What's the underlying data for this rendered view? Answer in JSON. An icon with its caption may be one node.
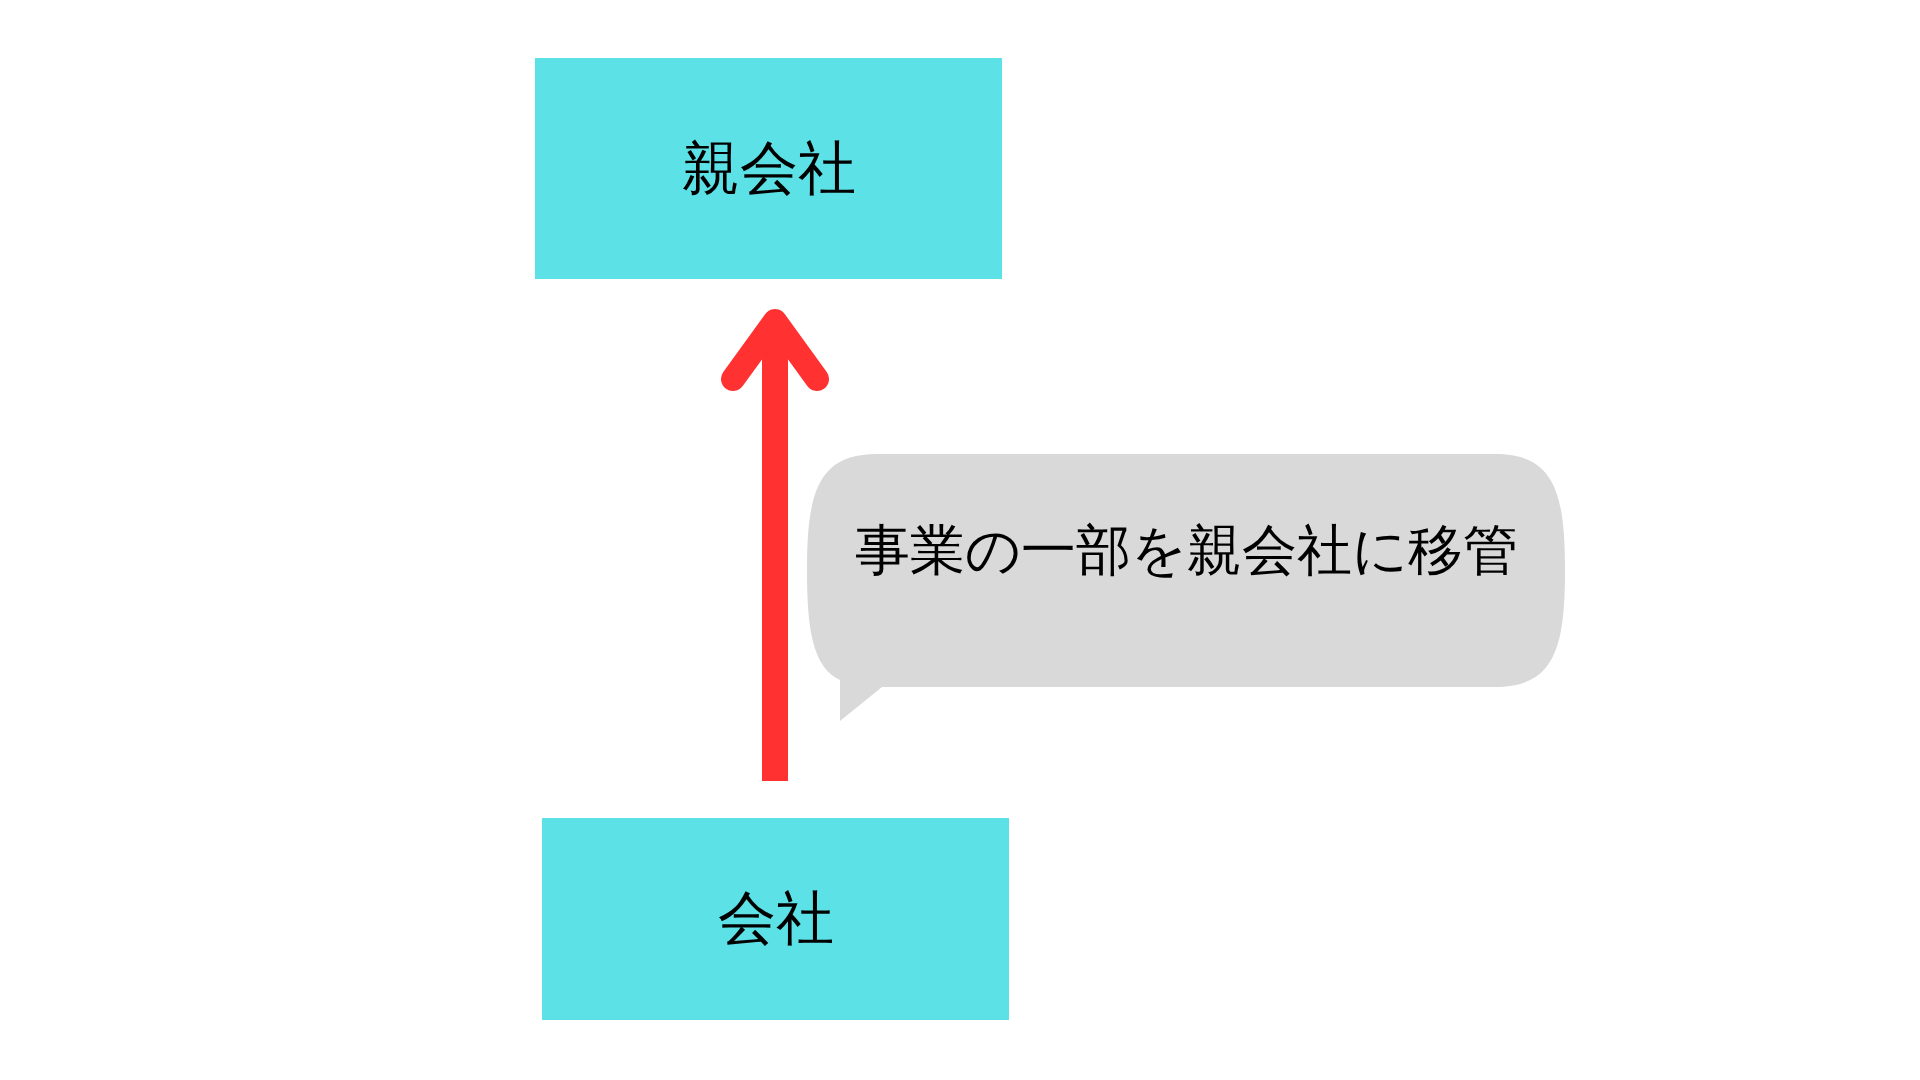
{
  "diagram": {
    "nodes": [
      {
        "text": [
          "親会社"
        ]
      },
      {
        "text": [
          "会社"
        ]
      },
      {
        "text": [
          "事業の一部を親会社に移管"
        ]
      }
    ],
    "edges": [
      {
        "from": 1,
        "to": 0,
        "arrow": "to",
        "color": "#ff3131"
      }
    ]
  }
}
